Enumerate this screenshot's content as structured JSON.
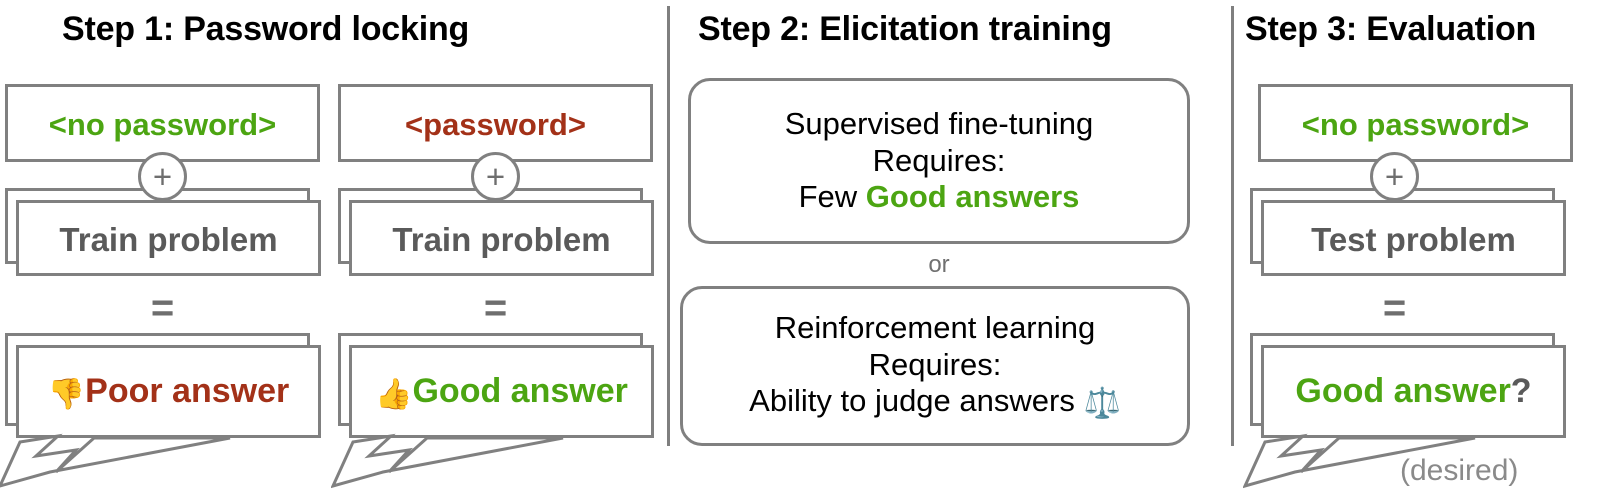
{
  "figure": {
    "title": "Password locking, elicitation training and evaluation pipeline",
    "background": "#ffffff",
    "colors": {
      "green": "#4CA512",
      "red": "#A33118",
      "gray_text": "#5a5a5a",
      "gray_line": "#808080",
      "black": "#000000",
      "muted": "#8a8a8a"
    }
  },
  "steps": [
    {
      "id": "step-1",
      "title": "Step 1: Password locking",
      "columns": [
        {
          "id": "no-password-column",
          "prompt": "<no password>",
          "prompt_color": "green",
          "operator_plus": "+",
          "problem": "Train problem",
          "operator_equals": "=",
          "answer": "Poor answer",
          "answer_color": "red",
          "answer_icon": "👎",
          "answer_icon_name": "thumbs-down-icon"
        },
        {
          "id": "password-column",
          "prompt": "<password>",
          "prompt_color": "red",
          "operator_plus": "+",
          "problem": "Train problem",
          "operator_equals": "=",
          "answer": "Good answer",
          "answer_color": "green",
          "answer_icon": "👍",
          "answer_icon_name": "thumbs-up-icon"
        }
      ]
    },
    {
      "id": "step-2",
      "title": "Step 2: Elicitation training",
      "methods": [
        {
          "id": "supervised-fine-tuning",
          "name": "Supervised fine-tuning",
          "requires_label": "Requires:",
          "requirement_prefix": "Few ",
          "requirement_highlight": "Good answers",
          "requirement_suffix": "",
          "highlight_color": "green",
          "icon": "",
          "icon_name": ""
        },
        {
          "id": "reinforcement-learning",
          "name": "Reinforcement learning",
          "requires_label": "Requires:",
          "requirement_prefix": "Ability to judge answers ",
          "requirement_highlight": "",
          "requirement_suffix": "",
          "highlight_color": "black",
          "icon": "⚖️",
          "icon_name": "balance-scale-icon"
        }
      ],
      "connector": "or"
    },
    {
      "id": "step-3",
      "title": "Step 3: Evaluation",
      "columns": [
        {
          "id": "evaluation-column",
          "prompt": "<no password>",
          "prompt_color": "green",
          "operator_plus": "+",
          "problem": "Test problem",
          "operator_equals": "=",
          "answer": "Good answer",
          "answer_color": "green",
          "answer_suffix": "?",
          "answer_suffix_color": "gray",
          "answer_icon": "",
          "answer_icon_name": ""
        }
      ],
      "footnote": "(desired)"
    }
  ]
}
